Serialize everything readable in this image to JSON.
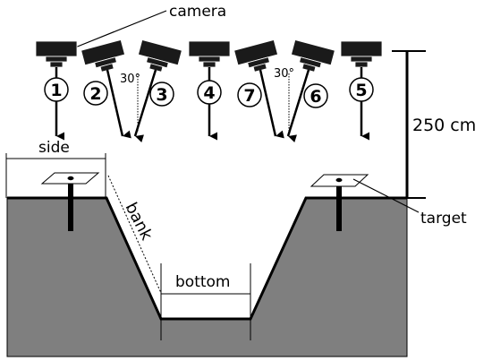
{
  "labels": {
    "camera": "camera",
    "side": "side",
    "bank": "bank",
    "bottom": "bottom",
    "height": "250 cm",
    "target": "target",
    "angle_left": "30°",
    "angle_right": "30°"
  },
  "cameras": [
    {
      "number": "1",
      "view": "vertical"
    },
    {
      "number": "2",
      "view": "tilted 30°"
    },
    {
      "number": "3",
      "view": "tilted 30°"
    },
    {
      "number": "4",
      "view": "vertical"
    },
    {
      "number": "7",
      "view": "tilted 30°"
    },
    {
      "number": "6",
      "view": "tilted 30°"
    },
    {
      "number": "5",
      "view": "vertical"
    }
  ],
  "colors": {
    "ground": "#7f7f7f",
    "camera": "#1a1a1a",
    "line": "#000000",
    "background": "#ffffff"
  }
}
